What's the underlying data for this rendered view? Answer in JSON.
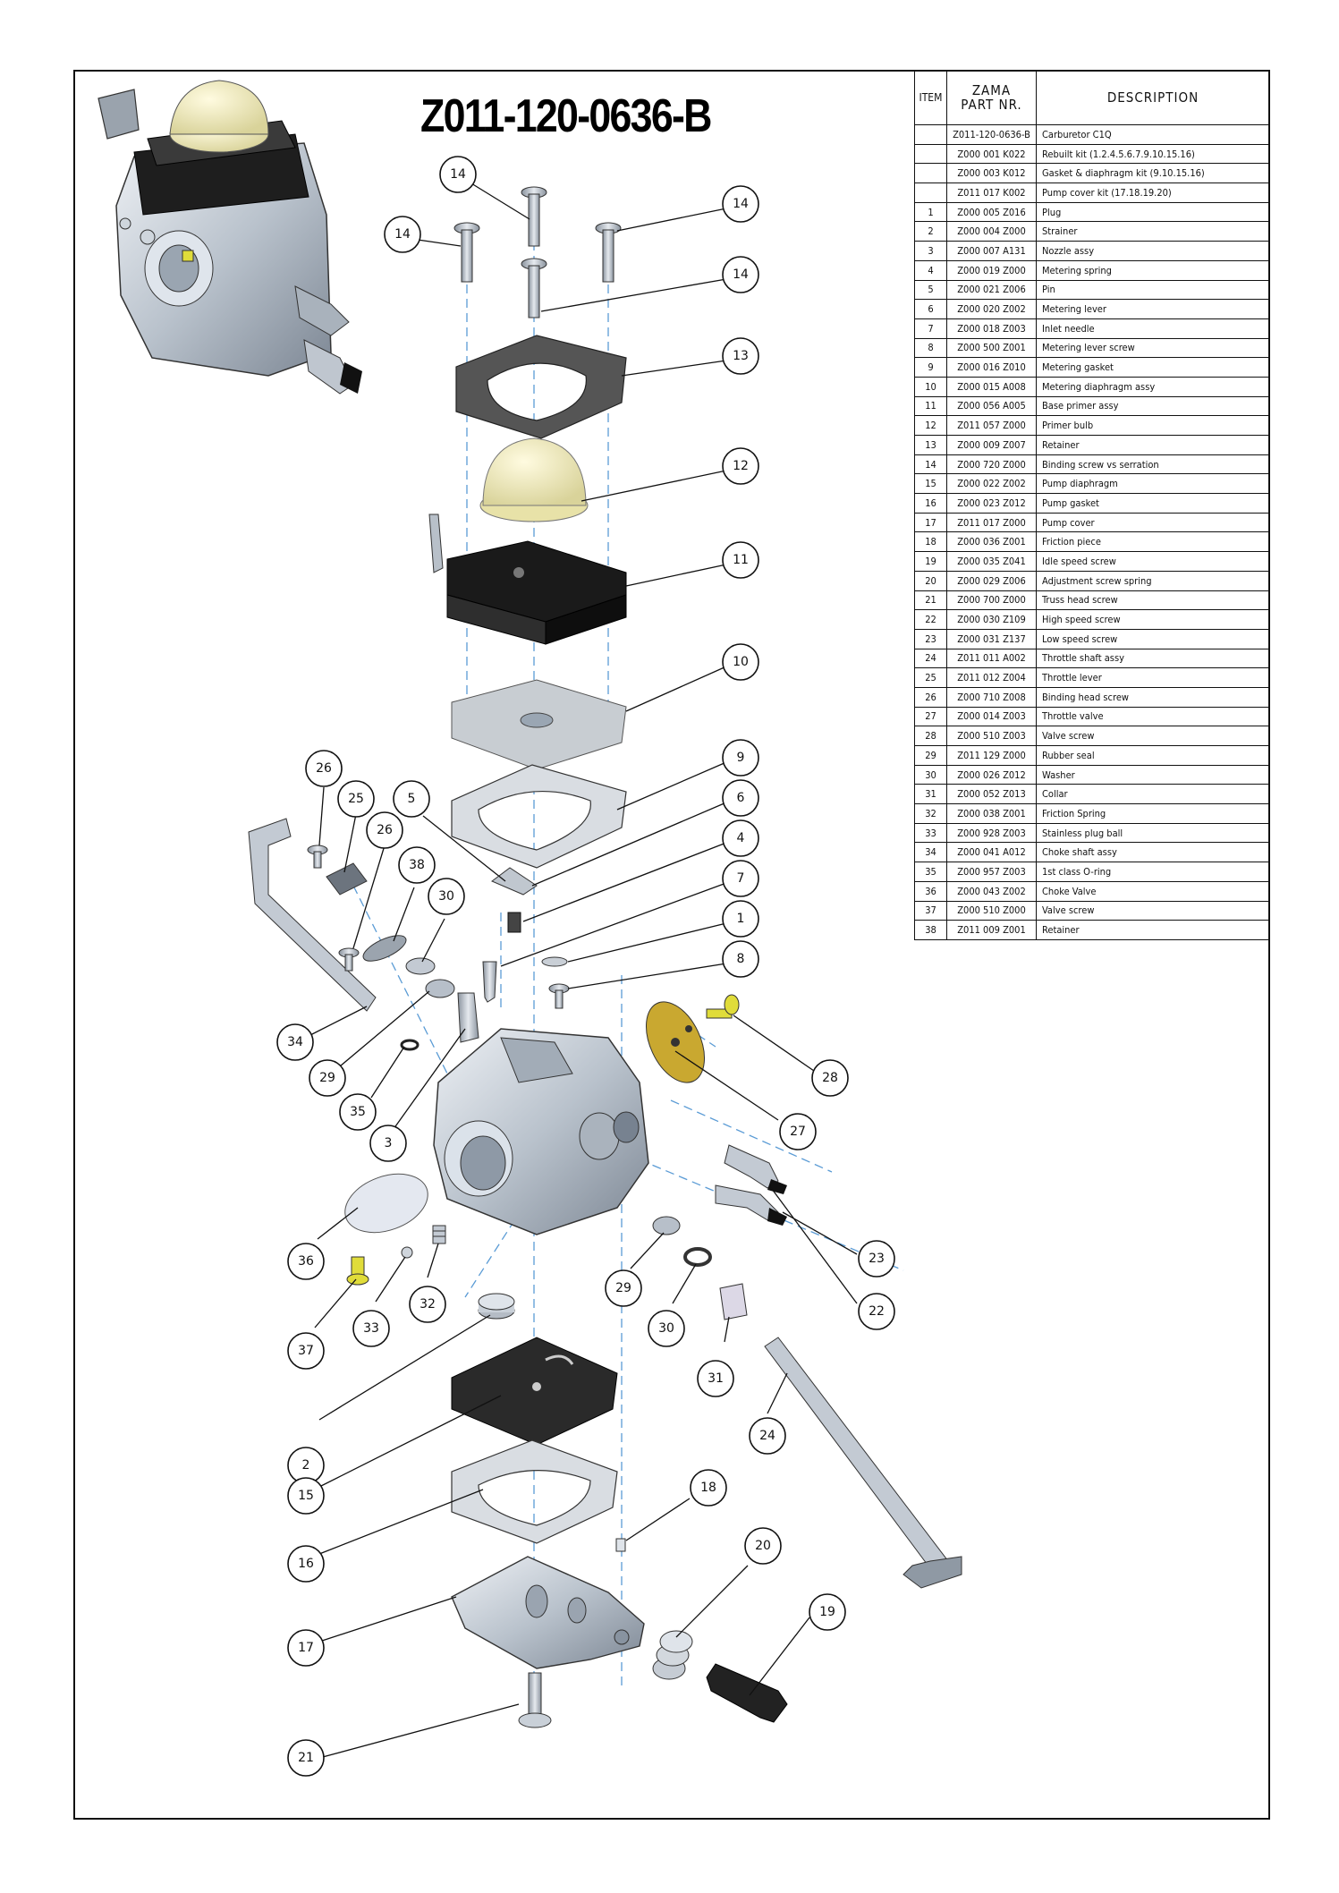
{
  "title": "Z011-120-0636-B",
  "table": {
    "headers": {
      "item": "ITEM",
      "part_line1": "ZAMA",
      "part_line2": "PART NR.",
      "description": "DESCRIPTION"
    },
    "rows": [
      {
        "item": "",
        "part": "Z011-120-0636-B",
        "desc": "Carburetor C1Q"
      },
      {
        "item": "",
        "part": "Z000 001 K022",
        "desc": "Rebuilt kit (1.2.4.5.6.7.9.10.15.16)"
      },
      {
        "item": "",
        "part": "Z000 003 K012",
        "desc": "Gasket & diaphragm kit (9.10.15.16)"
      },
      {
        "item": "",
        "part": "Z011 017 K002",
        "desc": "Pump cover kit (17.18.19.20)"
      },
      {
        "item": "1",
        "part": "Z000 005 Z016",
        "desc": "Plug"
      },
      {
        "item": "2",
        "part": "Z000 004 Z000",
        "desc": "Strainer"
      },
      {
        "item": "3",
        "part": "Z000 007 A131",
        "desc": "Nozzle assy"
      },
      {
        "item": "4",
        "part": "Z000 019 Z000",
        "desc": "Metering spring"
      },
      {
        "item": "5",
        "part": "Z000 021 Z006",
        "desc": "Pin"
      },
      {
        "item": "6",
        "part": "Z000 020 Z002",
        "desc": "Metering lever"
      },
      {
        "item": "7",
        "part": "Z000 018 Z003",
        "desc": "Inlet needle"
      },
      {
        "item": "8",
        "part": "Z000 500 Z001",
        "desc": "Metering lever screw"
      },
      {
        "item": "9",
        "part": "Z000 016 Z010",
        "desc": "Metering gasket"
      },
      {
        "item": "10",
        "part": "Z000 015 A008",
        "desc": "Metering diaphragm assy"
      },
      {
        "item": "11",
        "part": "Z000 056 A005",
        "desc": "Base primer assy"
      },
      {
        "item": "12",
        "part": "Z011 057 Z000",
        "desc": "Primer bulb"
      },
      {
        "item": "13",
        "part": "Z000 009 Z007",
        "desc": "Retainer"
      },
      {
        "item": "14",
        "part": "Z000 720 Z000",
        "desc": "Binding screw vs serration"
      },
      {
        "item": "15",
        "part": "Z000 022 Z002",
        "desc": "Pump diaphragm"
      },
      {
        "item": "16",
        "part": "Z000 023 Z012",
        "desc": "Pump gasket"
      },
      {
        "item": "17",
        "part": "Z011 017 Z000",
        "desc": "Pump cover"
      },
      {
        "item": "18",
        "part": "Z000 036 Z001",
        "desc": "Friction piece"
      },
      {
        "item": "19",
        "part": "Z000 035 Z041",
        "desc": "Idle speed screw"
      },
      {
        "item": "20",
        "part": "Z000 029 Z006",
        "desc": "Adjustment screw spring"
      },
      {
        "item": "21",
        "part": "Z000 700 Z000",
        "desc": "Truss head screw"
      },
      {
        "item": "22",
        "part": "Z000 030 Z109",
        "desc": "High speed screw"
      },
      {
        "item": "23",
        "part": "Z000 031 Z137",
        "desc": "Low speed screw"
      },
      {
        "item": "24",
        "part": "Z011 011 A002",
        "desc": "Throttle shaft assy"
      },
      {
        "item": "25",
        "part": "Z011 012 Z004",
        "desc": "Throttle lever"
      },
      {
        "item": "26",
        "part": "Z000 710 Z008",
        "desc": "Binding head screw"
      },
      {
        "item": "27",
        "part": "Z000 014 Z003",
        "desc": "Throttle valve"
      },
      {
        "item": "28",
        "part": "Z000 510 Z003",
        "desc": "Valve screw"
      },
      {
        "item": "29",
        "part": "Z011 129 Z000",
        "desc": "Rubber seal"
      },
      {
        "item": "30",
        "part": "Z000 026 Z012",
        "desc": "Washer"
      },
      {
        "item": "31",
        "part": "Z000 052 Z013",
        "desc": "Collar"
      },
      {
        "item": "32",
        "part": "Z000 038 Z001",
        "desc": "Friction Spring"
      },
      {
        "item": "33",
        "part": "Z000 928 Z003",
        "desc": "Stainless plug ball"
      },
      {
        "item": "34",
        "part": "Z000 041 A012",
        "desc": "Choke shaft assy"
      },
      {
        "item": "35",
        "part": "Z000 957 Z003",
        "desc": "1st class O-ring"
      },
      {
        "item": "36",
        "part": "Z000 043 Z002",
        "desc": "Choke Valve"
      },
      {
        "item": "37",
        "part": "Z000 510 Z000",
        "desc": "Valve screw"
      },
      {
        "item": "38",
        "part": "Z011 009 Z001",
        "desc": "Retainer"
      }
    ]
  },
  "callouts": [
    "14",
    "14",
    "14",
    "14",
    "13",
    "12",
    "11",
    "10",
    "9",
    "6",
    "4",
    "7",
    "1",
    "8",
    "5",
    "26",
    "25",
    "26",
    "38",
    "30",
    "34",
    "29",
    "35",
    "3",
    "28",
    "27",
    "23",
    "22",
    "36",
    "37",
    "33",
    "32",
    "29",
    "30",
    "31",
    "24",
    "2",
    "15",
    "16",
    "18",
    "20",
    "19",
    "17",
    "21"
  ],
  "colors": {
    "axis": "#5a9bd5",
    "bulb": "#f3efc0",
    "gasket": "#555555",
    "body": "#c9d0d8",
    "throttle_valve": "#c9a830",
    "brass": "#e0dc3a"
  }
}
